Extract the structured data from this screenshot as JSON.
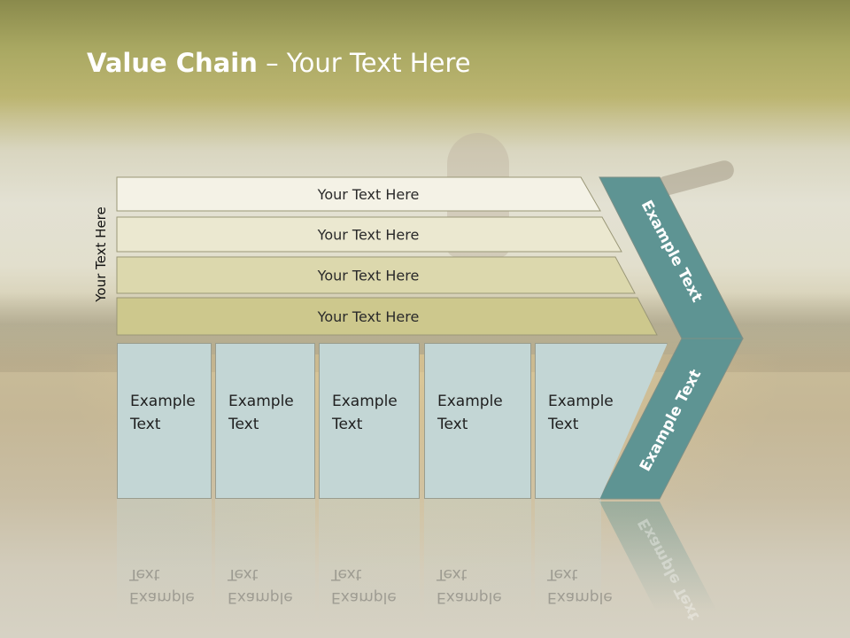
{
  "slide": {
    "title_bold": "Value Chain",
    "title_rest": " – Your Text Here",
    "side_label": "Your Text Here"
  },
  "bands": [
    {
      "label": "Your Text Here",
      "color": "#f4f2e6"
    },
    {
      "label": "Your Text Here",
      "color": "#ebe8d0"
    },
    {
      "label": "Your Text Here",
      "color": "#dcd8ad"
    },
    {
      "label": "Your Text Here",
      "color": "#cdc88d"
    }
  ],
  "boxes": [
    {
      "line1": "Example",
      "line2": "Text"
    },
    {
      "line1": "Example",
      "line2": "Text"
    },
    {
      "line1": "Example",
      "line2": "Text"
    },
    {
      "line1": "Example",
      "line2": "Text"
    },
    {
      "line1": "Example",
      "line2": "Text"
    }
  ],
  "chevron": {
    "upper_label": "Example Text",
    "lower_label": "Example Text",
    "color": "#5e9493"
  }
}
